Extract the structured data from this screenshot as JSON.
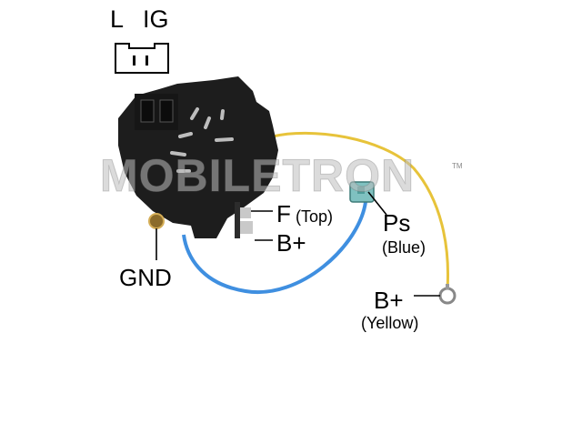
{
  "connector": {
    "pin_l": "L",
    "pin_ig": "IG"
  },
  "watermark": "MOBILETRON",
  "trademark": "TM",
  "terminals": {
    "f": "F",
    "f_note": "(Top)",
    "b_plus": "B+",
    "ps": "Ps",
    "ps_note": "(Blue)",
    "gnd": "GND",
    "b_plus_wire": "B+",
    "b_plus_wire_note": "(Yellow)"
  },
  "colors": {
    "yellow_wire": "#e7c33a",
    "blue_wire": "#3f8fe0",
    "housing": "#1d1d1d",
    "connector_plug": "#7fc1c0"
  }
}
